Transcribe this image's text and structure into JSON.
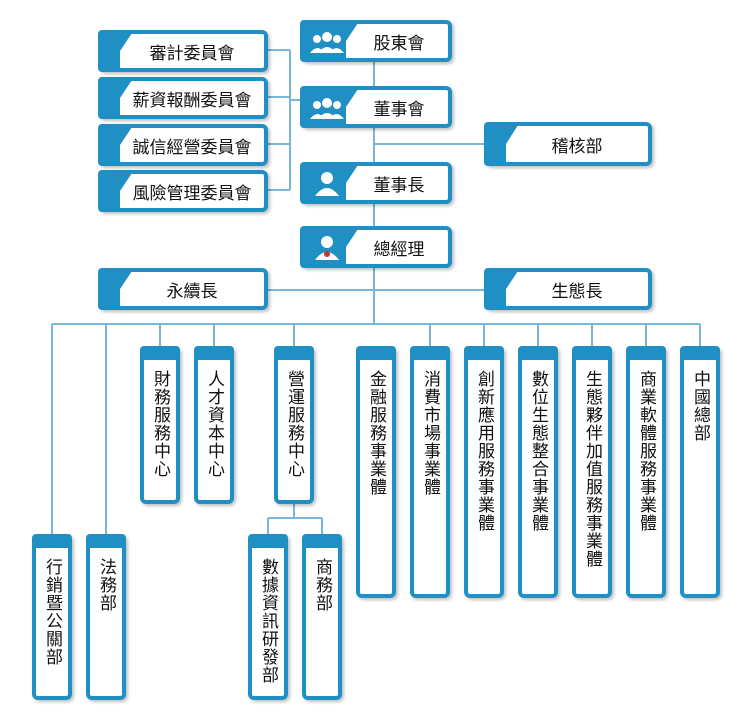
{
  "org": {
    "shareholders": "股東會",
    "board": "董事會",
    "chairman": "董事長",
    "president": "總經理",
    "audit": "稽核部",
    "committees": [
      "審計委員會",
      "薪資報酬委員會",
      "誠信經營委員會",
      "風險管理委員會"
    ],
    "sustainability": "永續長",
    "ecosystem": "生態長",
    "departments": {
      "finance_center": "財務服務中心",
      "hr_center": "人才資本中心",
      "ops_center": "營運服務中心",
      "data_rd": "數據資訊研發部",
      "business": "商務部",
      "fin_bu": "金融服務事業體",
      "consumer_bu": "消費市場事業體",
      "innovation_bu": "創新應用服務事業體",
      "digital_bu": "數位生態整合事業體",
      "partner_bu": "生態夥伴加值服務事業體",
      "software_bu": "商業軟體服務事業體",
      "china_hq": "中國總部",
      "marketing_pr": "行銷暨公關部",
      "legal": "法務部"
    }
  },
  "colors": {
    "accent": "#1f8fc4",
    "line": "#7ab6d6"
  },
  "icons": {
    "shareholders": "group-icon",
    "board": "group-icon",
    "chairman": "person-icon",
    "president": "person-badge-icon"
  }
}
